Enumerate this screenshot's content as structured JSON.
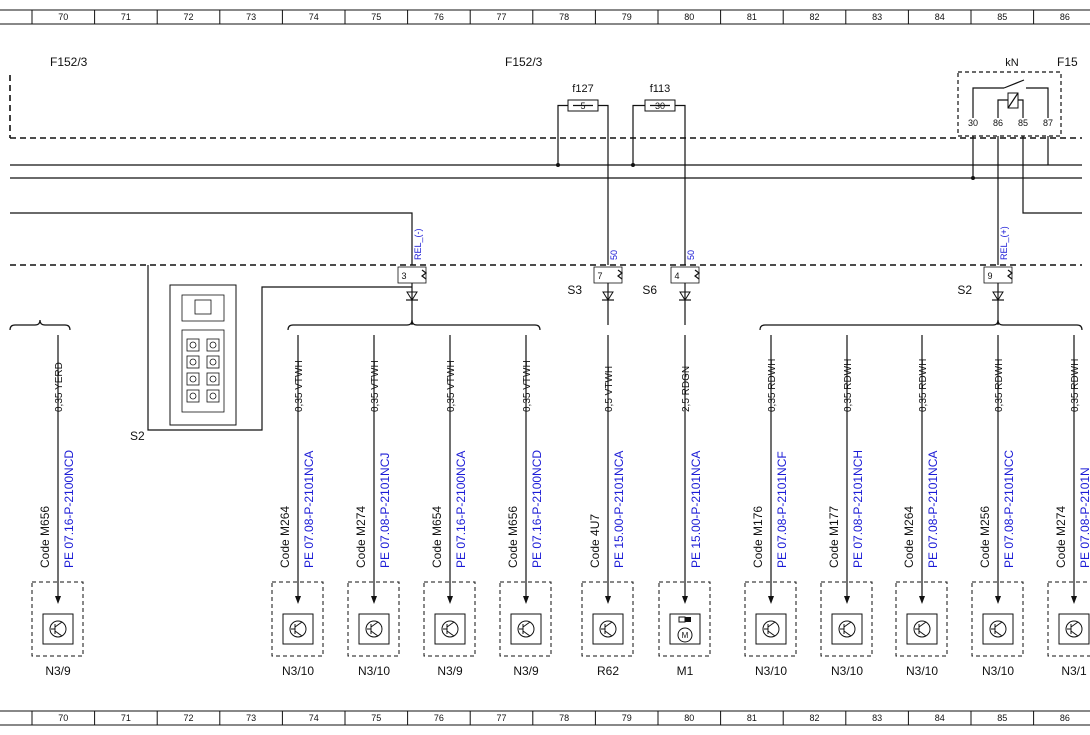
{
  "grid_numbers": [
    "70",
    "71",
    "72",
    "73",
    "74",
    "75",
    "76",
    "77",
    "78",
    "79",
    "80",
    "81",
    "82",
    "83",
    "84",
    "85",
    "86"
  ],
  "frame_labels": {
    "left": "F152/3",
    "center": "F152/3",
    "right": "F15"
  },
  "fuses": [
    {
      "name": "f127",
      "value": "5"
    },
    {
      "name": "f113",
      "value": "30"
    }
  ],
  "relay": {
    "label": "kN",
    "pins": [
      "30",
      "86",
      "85",
      "87"
    ]
  },
  "splices": [
    {
      "name": "S2",
      "pin": "3",
      "signal": "REL_(-)"
    },
    {
      "name": "S3",
      "pin": "7",
      "signal": "50"
    },
    {
      "name": "S6",
      "pin": "4",
      "signal": "50"
    },
    {
      "name": "S2",
      "pin": "9",
      "signal": "REL_(+)"
    }
  ],
  "connector_label": "S2",
  "branches": [
    {
      "wire": "0,35 YERD",
      "code": "Code M656",
      "pe": "PE 07.16-P-2100NCD",
      "component": "N3/9",
      "symbol": "transistor"
    },
    {
      "wire": "0,35 VTWH",
      "code": "Code M264",
      "pe": "PE 07.08-P-2101NCA",
      "component": "N3/10",
      "symbol": "transistor"
    },
    {
      "wire": "0,35 VTWH",
      "code": "Code M274",
      "pe": "PE 07.08-P-2101NCJ",
      "component": "N3/10",
      "symbol": "transistor"
    },
    {
      "wire": "0,35 VTWH",
      "code": "Code M654",
      "pe": "PE 07.16-P-2100NCA",
      "component": "N3/9",
      "symbol": "transistor"
    },
    {
      "wire": "0,35 VTWH",
      "code": "Code M656",
      "pe": "PE 07.16-P-2100NCD",
      "component": "N3/9",
      "symbol": "transistor"
    },
    {
      "wire": "0,5 VTWH",
      "code": "Code 4U7",
      "pe": "PE 15.00-P-2101NCA",
      "component": "R62",
      "symbol": "transistor"
    },
    {
      "wire": "2,5 RDGN",
      "code": "",
      "pe": "PE 15.00-P-2101NCA",
      "component": "M1",
      "symbol": "motor"
    },
    {
      "wire": "0,35 RDWH",
      "code": "Code M176",
      "pe": "PE 07.08-P-2101NCF",
      "component": "N3/10",
      "symbol": "transistor"
    },
    {
      "wire": "0,35 RDWH",
      "code": "Code M177",
      "pe": "PE 07.08-P-2101NCH",
      "component": "N3/10",
      "symbol": "transistor"
    },
    {
      "wire": "0,35 RDWH",
      "code": "Code M264",
      "pe": "PE 07.08-P-2101NCA",
      "component": "N3/10",
      "symbol": "transistor"
    },
    {
      "wire": "0,35 RDWH",
      "code": "Code M256",
      "pe": "PE 07.08-P-2101NCC",
      "component": "N3/10",
      "symbol": "transistor"
    },
    {
      "wire": "0,35 RDWH",
      "code": "Code M274",
      "pe": "PE 07.08-P-2101N",
      "component": "N3/1",
      "symbol": "transistor"
    }
  ]
}
